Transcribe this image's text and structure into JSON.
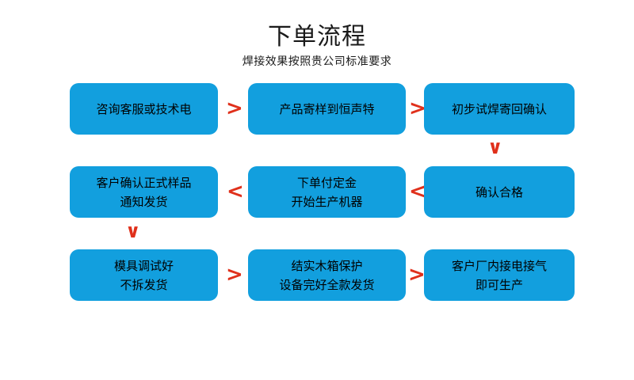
{
  "header": {
    "title": "下单流程",
    "subtitle": "焊接效果按照贵公司标准要求"
  },
  "colors": {
    "node_fill": "#129FDE",
    "arrow_red": "#E0301B",
    "text": "#000000",
    "background": "#FFFFFF"
  },
  "flow": {
    "rows": [
      {
        "direction": "left-to-right",
        "nodes": [
          {
            "lines": [
              "咨询客服或技术电"
            ]
          },
          {
            "lines": [
              "产品寄样到恒声特"
            ]
          },
          {
            "lines": [
              "初步试焊寄回确认"
            ]
          }
        ],
        "connectors": [
          {
            "glyph": ">",
            "name": "arrow-right"
          },
          {
            "glyph": ">",
            "name": "arrow-right"
          }
        ]
      },
      {
        "direction": "right-to-left",
        "nodes": [
          {
            "lines": [
              "客户确认正式样品",
              "通知发货"
            ]
          },
          {
            "lines": [
              "下单付定金",
              "开始生产机器"
            ]
          },
          {
            "lines": [
              "确认合格"
            ]
          }
        ],
        "connectors": [
          {
            "glyph": "<",
            "name": "arrow-left"
          },
          {
            "glyph": "<",
            "name": "arrow-left"
          }
        ]
      },
      {
        "direction": "left-to-right",
        "nodes": [
          {
            "lines": [
              "模具调试好",
              "不拆发货"
            ]
          },
          {
            "lines": [
              "结实木箱保护",
              "设备完好全款发货"
            ]
          },
          {
            "lines": [
              "客户厂内接电接气",
              "即可生产"
            ]
          }
        ],
        "connectors": [
          {
            "glyph": ">",
            "name": "arrow-right"
          },
          {
            "glyph": ">",
            "name": "arrow-right"
          }
        ]
      }
    ],
    "vertical_connectors": [
      {
        "glyph": "∨",
        "name": "arrow-down-column-3",
        "from": "初步试焊寄回确认",
        "to": "确认合格"
      },
      {
        "glyph": "∨",
        "name": "arrow-down-column-1",
        "from": "客户确认正式样品 通知发货",
        "to": "模具调试好 不拆发货"
      }
    ]
  }
}
